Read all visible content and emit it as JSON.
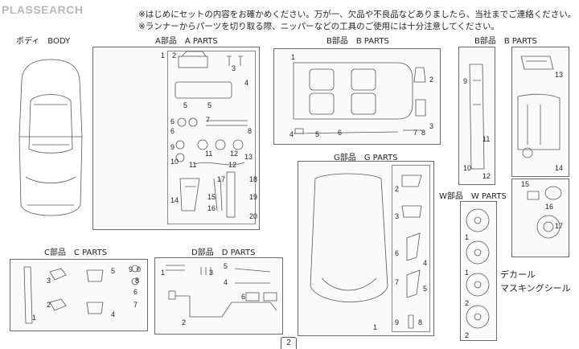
{
  "watermark": "PLASSEARCH",
  "notice": [
    "※はじめにセットの内容をお確かめください。万が一、欠品や不良品などありましたら、当社までご連絡ください。",
    "※ランナーからパーツを切り取る際、ニッパーなどの工具のご使用には十分注意してください。"
  ],
  "sections": {
    "body": "ボディ　BODY",
    "a": "A部品　A PARTS",
    "b": "B部品　B PARTS",
    "b2": "B部品　B PARTS",
    "g": "G部品　G PARTS",
    "w": "W部品　W PARTS",
    "c": "C部品　C PARTS",
    "d": "D部品　D PARTS"
  },
  "decal": [
    "デカール",
    "マスキングシール"
  ],
  "page_number": "2",
  "labels": {
    "a": [
      "1",
      "2",
      "3",
      "4",
      "5",
      "5",
      "6",
      "6",
      "7",
      "8",
      "9",
      "10",
      "11",
      "11",
      "12",
      "12",
      "13",
      "14",
      "15",
      "16",
      "17",
      "18",
      "19",
      "20"
    ],
    "b": [
      "1",
      "2",
      "3",
      "4",
      "5",
      "6",
      "7",
      "8"
    ],
    "b2": [
      "9",
      "10",
      "11",
      "12",
      "13",
      "14",
      "15",
      "16",
      "17"
    ],
    "g": [
      "1",
      "2",
      "3",
      "4",
      "5",
      "6",
      "7",
      "8",
      "9"
    ],
    "w": [
      "1",
      "1",
      "2",
      "2"
    ],
    "c": [
      "1",
      "2",
      "3",
      "4",
      "5",
      "6",
      "7",
      "8",
      "9",
      "0"
    ],
    "d": [
      "1",
      "2",
      "3",
      "4",
      "5",
      "6"
    ]
  }
}
